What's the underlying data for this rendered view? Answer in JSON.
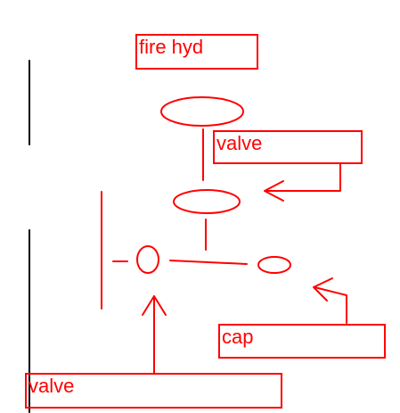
{
  "colors": {
    "ink": "#ff0000",
    "margin_line": "#000000"
  },
  "labels": {
    "title": "fire hyd",
    "valve_top": "valve",
    "cap": "cap",
    "valve_bottom": "valve"
  }
}
